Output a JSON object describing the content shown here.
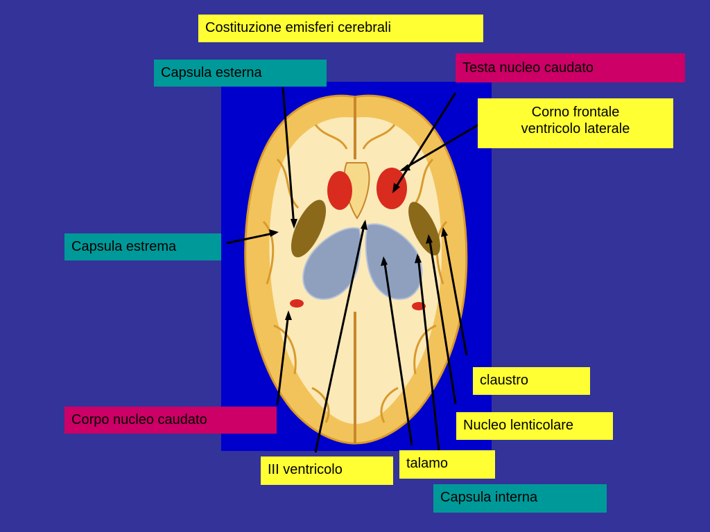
{
  "title": "Costituzione emisferi cerebrali",
  "colors": {
    "background": "#333399",
    "panel": "#0000cc",
    "yellow_label": "#ffff33",
    "teal_label": "#009999",
    "magenta_label": "#cc0066"
  },
  "labels": {
    "capsula_esterna": "Capsula esterna",
    "testa_nucleo_caudato": "Testa nucleo caudato",
    "corno_frontale_line1": "Corno frontale",
    "corno_frontale_line2": "ventricolo laterale",
    "capsula_estrema": "Capsula estrema",
    "claustro": "claustro",
    "corpo_nucleo_caudato": "Corpo nucleo caudato",
    "nucleo_lenticolare": "Nucleo lenticolare",
    "talamo": "talamo",
    "iii_ventricolo": "III ventricolo",
    "capsula_interna": "Capsula interna"
  }
}
